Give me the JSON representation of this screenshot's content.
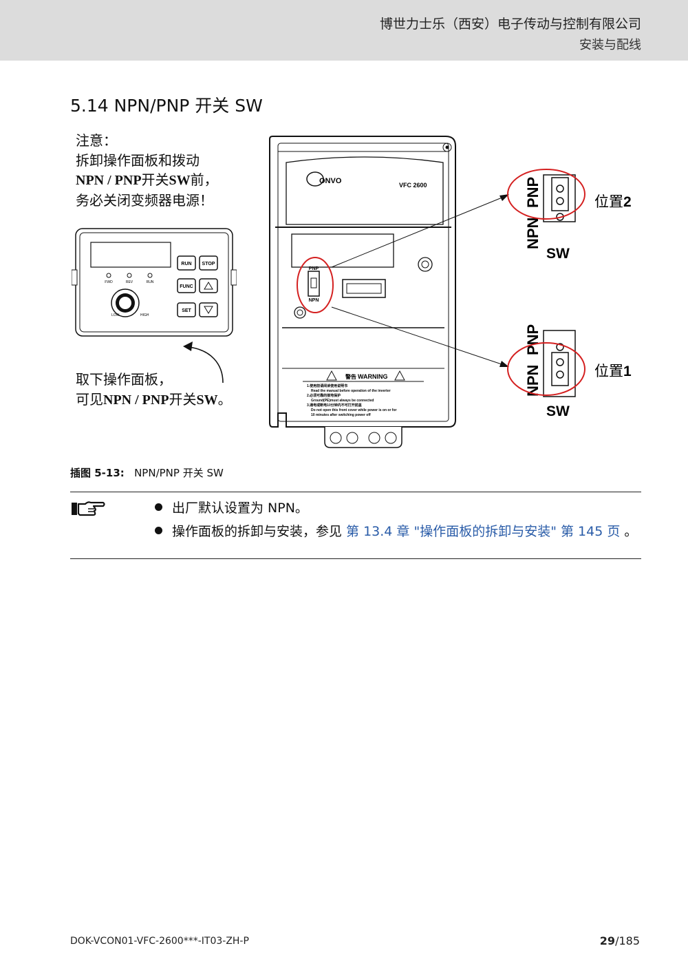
{
  "header": {
    "company": "博世力士乐（西安）电子传动与控制有限公司",
    "section": "安装与配线"
  },
  "section_title": "5.14  NPN/PNP 开关 SW",
  "note": {
    "line1": "注意：",
    "line2": "拆卸操作面板和拨动",
    "line3_bold": "NPN / PNP",
    "line3_mid": "开关",
    "line3_bold2": "SW",
    "line3_end": "前，",
    "line4": "务必关闭变频器电源！"
  },
  "caption2": {
    "line1": "取下操作面板，",
    "line2_a": "可见",
    "line2_bold": "NPN / PNP",
    "line2_b": "开关",
    "line2_bold2": "SW",
    "line2_end": "。"
  },
  "panel": {
    "buttons": [
      "RUN",
      "STOP",
      "FUNC",
      "SET"
    ],
    "leds": [
      "FWD",
      "REV",
      "RUN"
    ],
    "knob_min": "LOW",
    "knob_max": "HIGH"
  },
  "device": {
    "logo": "ONVO",
    "model": "VFC 2600",
    "switch_top": "PNP",
    "switch_bottom": "NPN",
    "warning_title": "WARNING",
    "warning_cn": "警告",
    "warning_lines": [
      "1.使用前请阅读使用说明书",
      "Read the manual before operation of the inverter",
      "2.必须可靠的接地保护",
      "Ground(PE)must always be connected",
      "3.通电或断电10分钟内不可打开前盖",
      "Do not open this front cover while power is on or for",
      "10 minutes after switching power off"
    ]
  },
  "switch_diagrams": [
    {
      "pnp": "PNP",
      "npn": "NPN",
      "sw": "SW",
      "position_label": "位置",
      "position_num": "2"
    },
    {
      "pnp": "PNP",
      "npn": "NPN",
      "sw": "SW",
      "position_label": "位置",
      "position_num": "1"
    }
  ],
  "figure_caption": {
    "label": "插图 5-13:",
    "text": "NPN/PNP 开关 SW"
  },
  "bullets": {
    "b1": "出厂默认设置为 NPN。",
    "b2_prefix": "操作面板的拆卸与安装，参见 ",
    "b2_link": "第 13.4  章 \"操作面板的拆卸与安装\" 第 145 页",
    "b2_suffix": " 。"
  },
  "footer": {
    "doc_id": "DOK-VCON01-VFC-2600***-IT03-ZH-P",
    "page_current": "29",
    "page_total": "/185"
  },
  "colors": {
    "header_bg": "#dcdcdc",
    "highlight": "#d42020",
    "link": "#2a5ca8"
  }
}
